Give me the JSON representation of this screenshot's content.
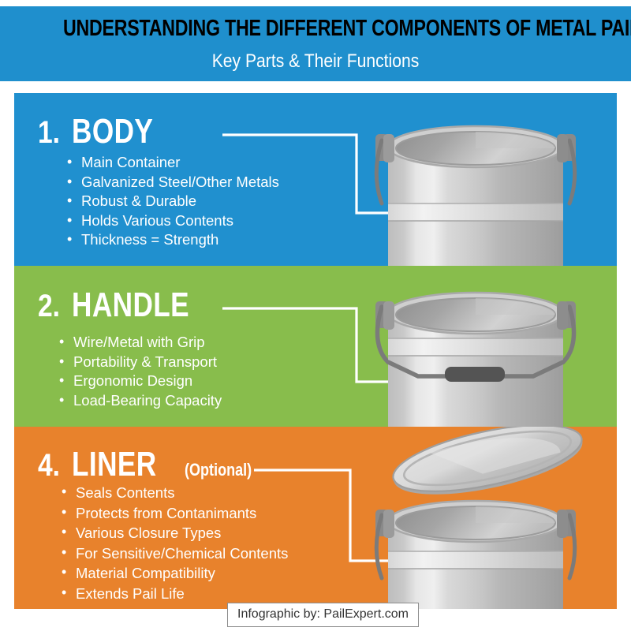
{
  "header": {
    "title": "UNDERSTANDING THE DIFFERENT COMPONENTS OF METAL PAILS",
    "subtitle": "Key Parts & Their Functions",
    "bg_color": "#1f8fcd",
    "title_color": "#000000",
    "subtitle_color": "#ffffff"
  },
  "sections": [
    {
      "number": "1.",
      "name": "BODY",
      "suffix": "",
      "bg_color": "#2090cf",
      "bullets": [
        "Main Container",
        "Galvanized Steel/Other Metals",
        "Robust & Durable",
        "Holds Various Contents",
        "Thickness = Strength"
      ],
      "illustration": "metal-pail-body"
    },
    {
      "number": "2.",
      "name": "HANDLE",
      "suffix": "",
      "bg_color": "#88bd4c",
      "bullets": [
        "Wire/Metal with Grip",
        "Portability & Transport",
        "Ergonomic Design",
        "Load-Bearing Capacity"
      ],
      "illustration": "metal-pail-handle"
    },
    {
      "number": "4.",
      "name": "LINER",
      "suffix": "(Optional)",
      "bg_color": "#e8822c",
      "bullets": [
        "Seals Contents",
        "Protects from Contanimants",
        "Various Closure Types",
        "For Sensitive/Chemical Contents",
        "Material Compatibility",
        "Extends Pail Life"
      ],
      "illustration": "metal-pail-liner-lid"
    }
  ],
  "callouts": {
    "color": "#ffffff",
    "icon": "arrow-right-icon"
  },
  "footer": {
    "credit": "Infographic by: PailExpert.com"
  },
  "palette": {
    "blue": "#2090cf",
    "green": "#88bd4c",
    "orange": "#e8822c",
    "pail_gray": "#b2b2b2",
    "pail_light": "#e9e9e9",
    "pail_dark": "#9a9a9a",
    "handle_gray": "#7b7b7b",
    "grip_dark": "#545454"
  }
}
